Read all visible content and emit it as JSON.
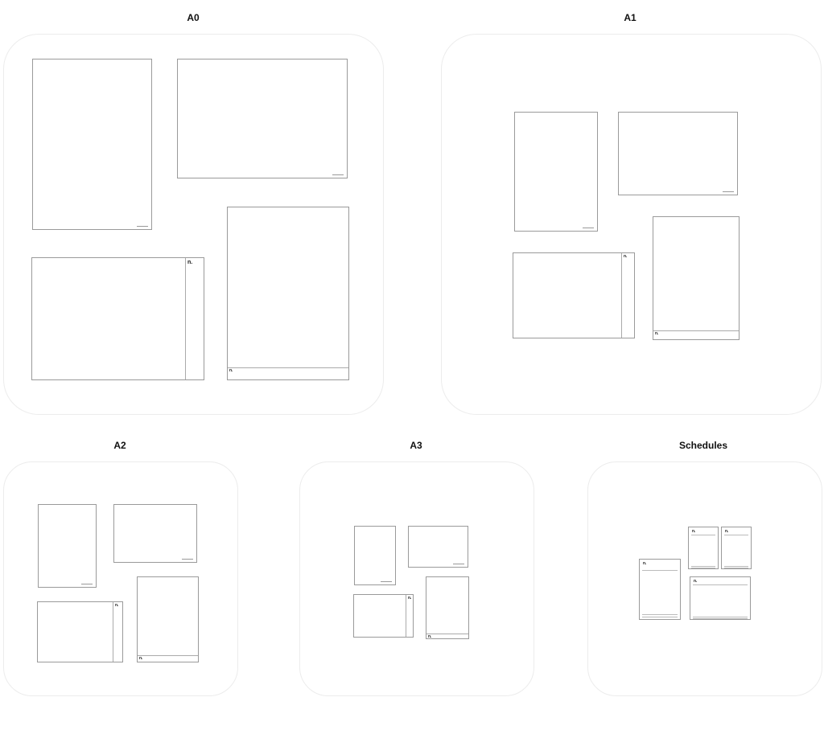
{
  "canvas": {
    "groups": [
      {
        "title": "A0"
      },
      {
        "title": "A1"
      },
      {
        "title": "A2"
      },
      {
        "title": "A3"
      },
      {
        "title": "Schedules"
      }
    ],
    "logo_text": "n."
  }
}
